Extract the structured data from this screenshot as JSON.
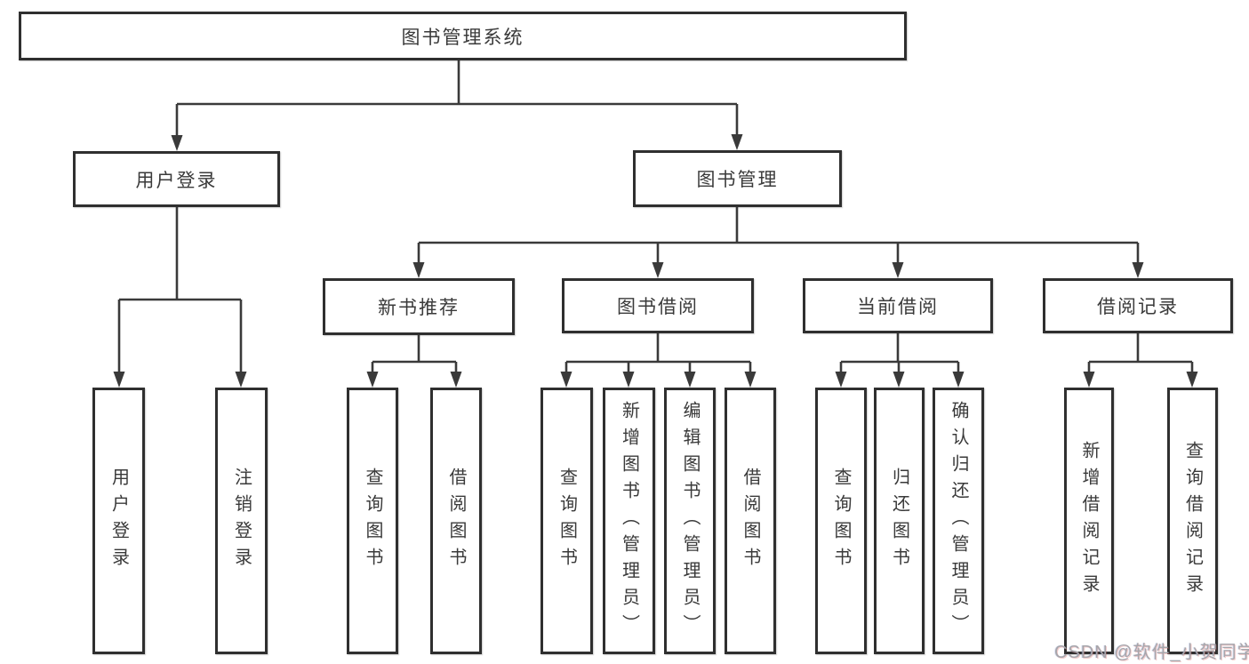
{
  "diagram": {
    "title": "图书管理系统",
    "labels": {
      "root": "图书管理系统",
      "user_login": "用户登录",
      "book_mgmt": "图书管理",
      "new_book_rec": "新书推荐",
      "book_borrow": "图书借阅",
      "current_borrow": "当前借阅",
      "borrow_record": "借阅记录",
      "leaf_user_login": "用户登录",
      "leaf_logout": "注销登录",
      "leaf_nb_query": "查询图书",
      "leaf_nb_borrow": "借阅图书",
      "leaf_bb_query": "查询图书",
      "leaf_bb_add": "新增图书（管理员）",
      "leaf_bb_edit": "编辑图书（管理员）",
      "leaf_bb_borrow": "借阅图书",
      "leaf_cb_query": "查询图书",
      "leaf_cb_return": "归还图书",
      "leaf_cb_confirm": "确认归还（管理员）",
      "leaf_br_add": "新增借阅记录",
      "leaf_br_query": "查询借阅记录"
    },
    "line_color": "#3a3a3a",
    "border_color": "#2f2f2f",
    "watermark": "CSDN @软件_小贺同学"
  }
}
